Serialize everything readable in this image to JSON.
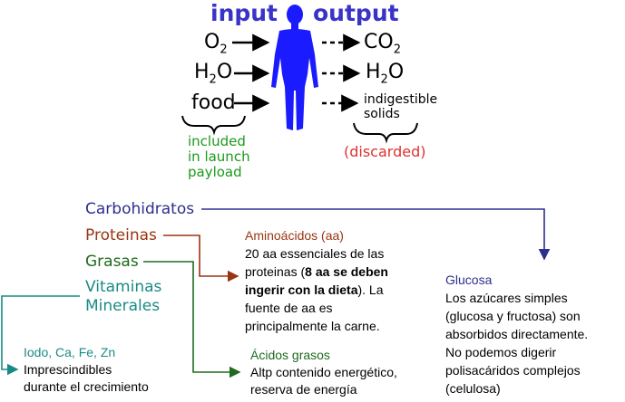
{
  "diagram_top": {
    "input_label": "input",
    "output_label": "output",
    "inputs": [
      {
        "base": "O",
        "sub": "2"
      },
      {
        "base": "H",
        "sub": "2",
        "tail": "O"
      },
      {
        "base": "food"
      }
    ],
    "outputs": [
      {
        "base": "CO",
        "sub": "2"
      },
      {
        "base": "H",
        "sub": "2",
        "tail": "O"
      },
      {
        "base": "indigestible",
        "line2": "solids"
      }
    ],
    "included_note": [
      "included",
      "in launch",
      "payload"
    ],
    "discarded_note": "(discarded)"
  },
  "nutrients": {
    "carbohidratos": "Carbohidratos",
    "proteinas": "Proteinas",
    "grasas": "Grasas",
    "vitaminas": "Vitaminas",
    "minerales": "Minerales"
  },
  "aminoacidos": {
    "title": "Aminoácidos (aa)",
    "line1": "20 aa essenciales de las",
    "line2_pre": "proteinas (",
    "line2_bold": "8 aa se deben",
    "line3_bold": "ingerir con la dieta",
    "line3_post": "). La",
    "line4": "fuente de aa es",
    "line5": "principalmente la carne."
  },
  "glucosa": {
    "title": "Glucosa",
    "lines": [
      "Los azúcares simples",
      "(glucosa y fructosa) son",
      "absorbidos directamente.",
      "No podemos digerir",
      "polisacáridos complejos",
      "(celulosa)"
    ]
  },
  "acidos_grasos": {
    "title": "Ácidos grasos",
    "lines": [
      "Altp contenido energético,",
      "reserva de energía"
    ]
  },
  "minerales_note": {
    "title": "Iodo, Ca, Fe, Zn",
    "lines": [
      "Imprescindibles",
      "durante el crecimiento"
    ]
  },
  "colors": {
    "input_output": "#3a33c8",
    "black": "#000000",
    "body_blue": "#1b1bff",
    "included_green": "#1a9a1a",
    "discarded_red": "#e03030",
    "carbo": "#2e2e8e",
    "proteina": "#9a3512",
    "grasa": "#1e6b1e",
    "vitamina": "#1a8a86"
  }
}
